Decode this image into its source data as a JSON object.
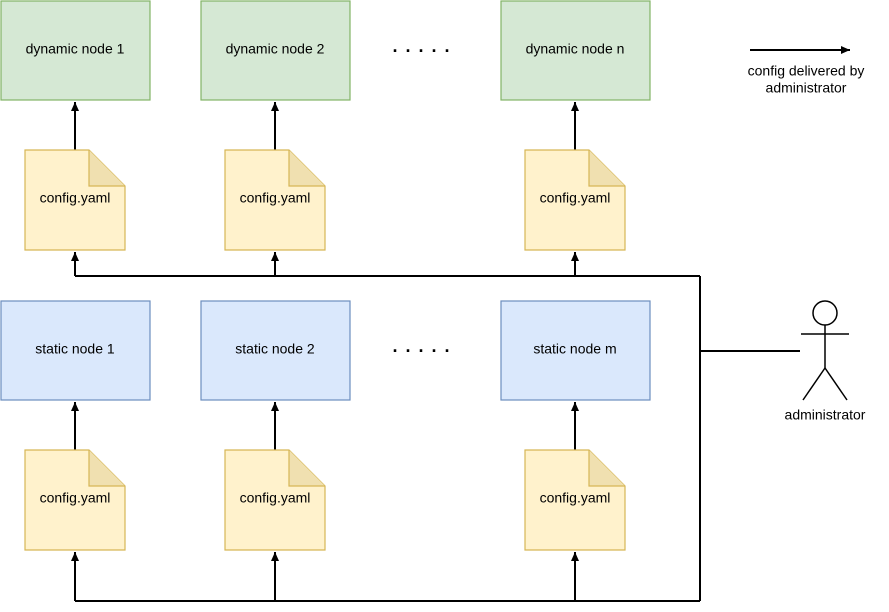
{
  "colors": {
    "dynamic_fill": "#d5e8d4",
    "dynamic_stroke": "#82b366",
    "static_fill": "#dae8fc",
    "static_stroke": "#6c8ebf",
    "file_fill": "#fff2cc",
    "file_stroke": "#d6b656",
    "line": "#000000"
  },
  "dynamic_nodes": [
    "dynamic node 1",
    "dynamic node 2",
    "dynamic node n"
  ],
  "static_nodes": [
    "static node 1",
    "static node 2",
    "static node m"
  ],
  "config_file_label": "config.yaml",
  "ellipsis": "· · · · ·",
  "legend": {
    "line1": "config delivered by",
    "line2": "administrator"
  },
  "actor": {
    "label": "administrator",
    "icon": "stick-figure-actor-icon"
  }
}
